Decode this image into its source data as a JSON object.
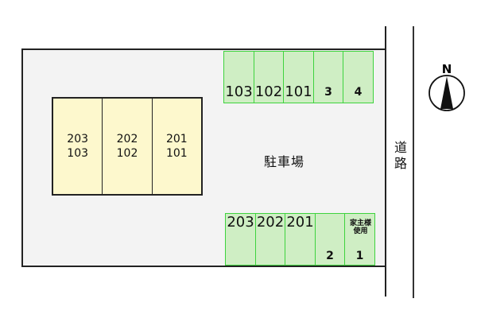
{
  "map": {
    "parking_area_label": "駐車場",
    "road_label_line1": "道",
    "road_label_line2": "路",
    "compass_label": "N",
    "colors": {
      "lot_fill": "#f3f3f3",
      "building_fill": "#fdf8cd",
      "parking_space_fill": "#cfeec4",
      "parking_space_border": "#3ed33e",
      "outline": "#222222"
    }
  },
  "building": {
    "units": [
      {
        "upper": "203",
        "lower": "103"
      },
      {
        "upper": "202",
        "lower": "102"
      },
      {
        "upper": "201",
        "lower": "101"
      }
    ]
  },
  "parking_top_row": [
    {
      "label": "103"
    },
    {
      "label": "102"
    },
    {
      "label": "101"
    },
    {
      "label": "3"
    },
    {
      "label": "4"
    }
  ],
  "parking_bottom_row": [
    {
      "label": "203",
      "number": ""
    },
    {
      "label": "202",
      "number": ""
    },
    {
      "label": "201",
      "number": ""
    },
    {
      "label": "",
      "number": "2"
    },
    {
      "label": "",
      "note": "家主様使用",
      "note_line1": "家主様",
      "note_line2": "使用",
      "number": "1"
    }
  ]
}
